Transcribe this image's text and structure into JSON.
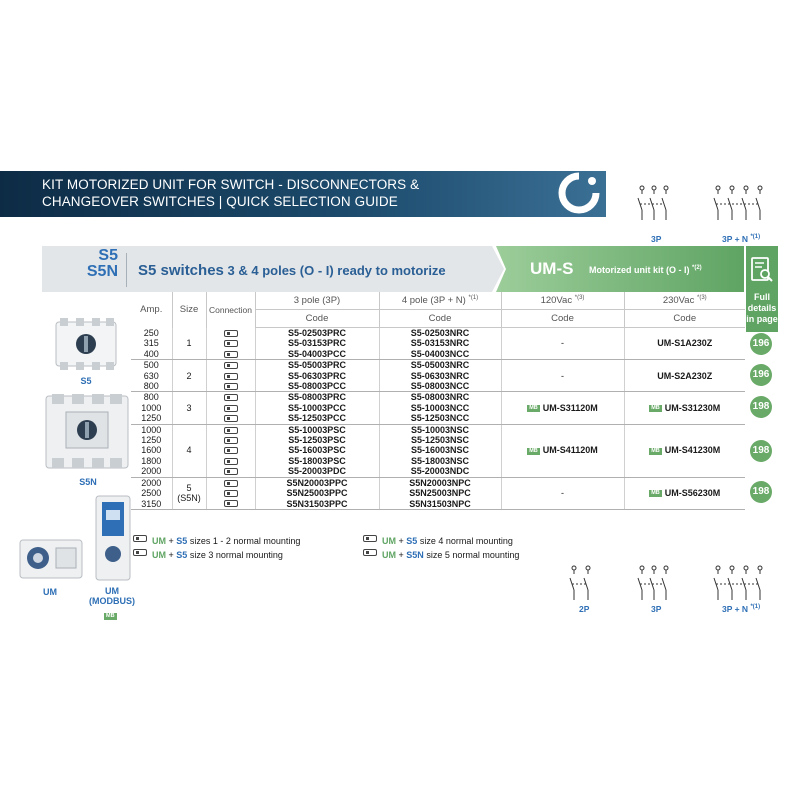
{
  "title": {
    "line1": "KIT MOTORIZED UNIT FOR SWITCH - DISCONNECTORS &",
    "line2": "CHANGEOVER SWITCHES | QUICK SELECTION GUIDE"
  },
  "header": {
    "series_line1": "S5",
    "series_line2": "S5N",
    "subtitle_main": "S5 switches",
    "subtitle_rest": "3 & 4 poles (O - I) ready to motorize",
    "ums_title": "UM-S",
    "ums_subtitle": "Motorized unit kit (O - I)",
    "ums_sup": "*(2)",
    "details_text": "Full details in page"
  },
  "top_diagrams": [
    {
      "label": "3P"
    },
    {
      "label": "3P + N",
      "sup": "*(1)"
    }
  ],
  "bottom_diagrams": [
    {
      "label": "2P"
    },
    {
      "label": "3P"
    },
    {
      "label": "3P + N",
      "sup": "*(1)"
    }
  ],
  "table": {
    "headers": {
      "amp": "Amp.",
      "size": "Size",
      "connection": "Connection",
      "pole3": "3 pole (3P)",
      "pole4": "4 pole (3P + N)",
      "pole4_sup": "*(1)",
      "v120": "120Vac",
      "v120_sup": "*(3)",
      "v230": "230Vac",
      "v230_sup": "*(3)",
      "code": "Code"
    },
    "groups": [
      {
        "amps": [
          "250",
          "315",
          "400"
        ],
        "size": "1",
        "p3": [
          "S5-02503PRC",
          "S5-03153PRC",
          "S5-04003PCC"
        ],
        "p4": [
          "S5-02503NRC",
          "S5-03153NRC",
          "S5-04003NCC"
        ],
        "v120": "-",
        "v120_mb": false,
        "v230": "UM-S1A230Z",
        "v230_mb": false,
        "page": "196"
      },
      {
        "amps": [
          "500",
          "630",
          "800"
        ],
        "size": "2",
        "p3": [
          "S5-05003PRC",
          "S5-06303PRC",
          "S5-08003PCC"
        ],
        "p4": [
          "S5-05003NRC",
          "S5-06303NRC",
          "S5-08003NCC"
        ],
        "v120": "-",
        "v120_mb": false,
        "v230": "UM-S2A230Z",
        "v230_mb": false,
        "page": "196"
      },
      {
        "amps": [
          "800",
          "1000",
          "1250"
        ],
        "size": "3",
        "p3": [
          "S5-08003PRC",
          "S5-10003PCC",
          "S5-12503PCC"
        ],
        "p4": [
          "S5-08003NRC",
          "S5-10003NCC",
          "S5-12503NCC"
        ],
        "v120": "UM-S31120M",
        "v120_mb": true,
        "v230": "UM-S31230M",
        "v230_mb": true,
        "page": "198"
      },
      {
        "amps": [
          "1000",
          "1250",
          "1600",
          "1800",
          "2000"
        ],
        "size": "4",
        "p3": [
          "S5-10003PSC",
          "S5-12503PSC",
          "S5-16003PSC",
          "S5-18003PSC",
          "S5-20003PDC"
        ],
        "p4": [
          "S5-10003NSC",
          "S5-12503NSC",
          "S5-16003NSC",
          "S5-18003NSC",
          "S5-20003NDC"
        ],
        "v120": "UM-S41120M",
        "v120_mb": true,
        "v230": "UM-S41230M",
        "v230_mb": true,
        "page": "198"
      },
      {
        "amps": [
          "2000",
          "2500",
          "3150"
        ],
        "size": "5\n(S5N)",
        "p3": [
          "S5N20003PPC",
          "S5N25003PPC",
          "S5N31503PPC"
        ],
        "p4": [
          "S5N20003NPC",
          "S5N25003NPC",
          "S5N31503NPC"
        ],
        "v120": "-",
        "v120_mb": false,
        "v230": "UM-S56230M",
        "v230_mb": true,
        "page": "198"
      }
    ],
    "mb_label": "MB"
  },
  "products": {
    "s5": "S5",
    "s5n": "S5N",
    "um": "UM",
    "um_modbus_line1": "UM",
    "um_modbus_line2": "(MODBUS)",
    "mb": "MB"
  },
  "legend": [
    {
      "um": "UM",
      "plus": "+",
      "series": "S5",
      "text": "sizes 1 - 2 normal mounting"
    },
    {
      "um": "UM",
      "plus": "+",
      "series": "S5",
      "text": "size 3 normal mounting"
    },
    {
      "um": "UM",
      "plus": "+",
      "series": "S5",
      "text": "size 4 normal mounting"
    },
    {
      "um": "UM",
      "plus": "+",
      "series": "S5N",
      "text": "size 5 normal mounting"
    }
  ],
  "colors": {
    "navy": "#0d2b45",
    "accent_blue": "#2e6fb5",
    "green": "#5fa463",
    "grey_band": "#e3e6e9"
  }
}
